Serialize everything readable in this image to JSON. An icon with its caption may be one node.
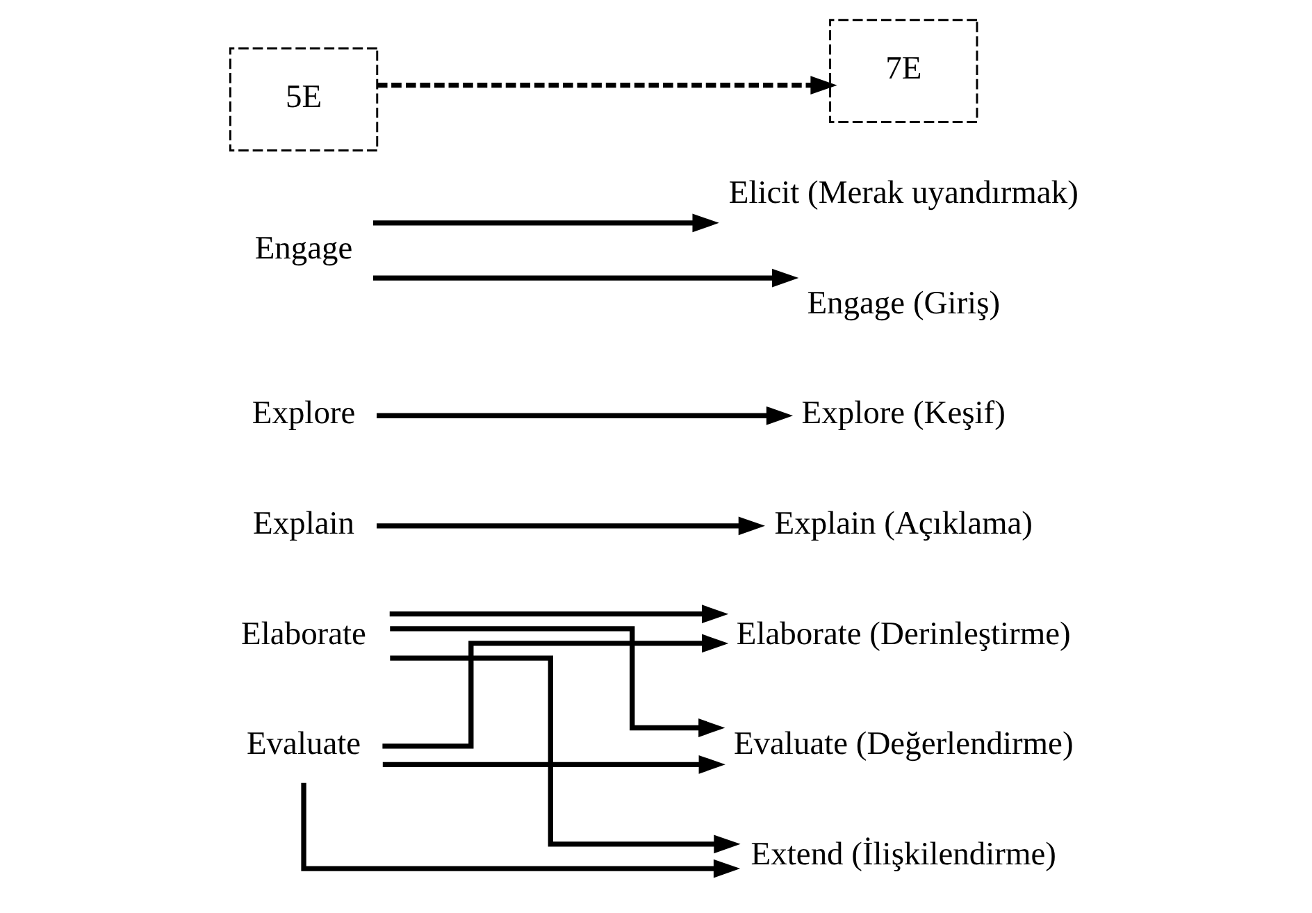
{
  "diagram": {
    "nodes": [
      {
        "text": [
          "5E"
        ]
      },
      {
        "text": [
          "7E"
        ]
      },
      {
        "text": [
          "Engage"
        ]
      },
      {
        "text": [
          "Explore"
        ]
      },
      {
        "text": [
          "Explain"
        ]
      },
      {
        "text": [
          "Elaborate"
        ]
      },
      {
        "text": [
          "Evaluate"
        ]
      },
      {
        "text": [
          "Elicit (Merak uyandırmak)"
        ]
      },
      {
        "text": [
          "Engage (Giriş)"
        ]
      },
      {
        "text": [
          "Explore (Keşif)"
        ]
      },
      {
        "text": [
          "Explain (Açıklama)"
        ]
      },
      {
        "text": [
          "Elaborate (Derinleştirme)"
        ]
      },
      {
        "text": [
          "Evaluate (Değerlendirme)"
        ]
      },
      {
        "text": [
          "Extend (İlişkilendirme)"
        ]
      }
    ],
    "edges": [
      {
        "from": 0,
        "to": 1,
        "arrow": "to",
        "style": "dashed"
      },
      {
        "from": 2,
        "to": 7,
        "arrow": "to"
      },
      {
        "from": 2,
        "to": 8,
        "arrow": "to"
      },
      {
        "from": 3,
        "to": 9,
        "arrow": "to"
      },
      {
        "from": 4,
        "to": 10,
        "arrow": "to"
      },
      {
        "from": 5,
        "to": 11,
        "arrow": "to"
      },
      {
        "from": 5,
        "to": 12,
        "arrow": "to"
      },
      {
        "from": 5,
        "to": 13,
        "arrow": "to"
      },
      {
        "from": 6,
        "to": 11,
        "arrow": "to"
      },
      {
        "from": 6,
        "to": 12,
        "arrow": "to"
      },
      {
        "from": 6,
        "to": 13,
        "arrow": "to"
      }
    ]
  }
}
